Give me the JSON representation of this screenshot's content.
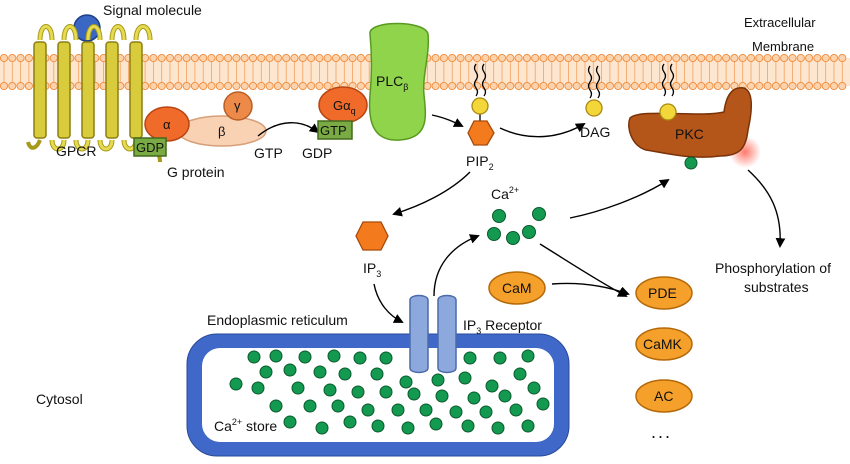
{
  "labels": {
    "signal_molecule": "Signal molecule",
    "extracellular": "Extracellular",
    "membrane": "Membrane",
    "gpcr": "GPCR",
    "g_protein": "G protein",
    "alpha": "α",
    "beta": "β",
    "gamma": "γ",
    "gdp_box": "GDP",
    "gtp": "GTP",
    "gdp": "GDP",
    "galpha_q_base": "Gα",
    "galpha_q_sub": "q",
    "gtp_box": "GTP",
    "plc_base": "PLC",
    "plc_sub": "β",
    "pip2_base": "PIP",
    "pip2_sub": "2",
    "dag": "DAG",
    "pkc": "PKC",
    "phosphorylation_line1": "Phosphorylation of",
    "phosphorylation_line2": "substrates",
    "ip3_base": "IP",
    "ip3_sub": "3",
    "ca_base": "Ca",
    "ca_sup": "2+",
    "cam": "CaM",
    "pde": "PDE",
    "camk": "CaMK",
    "ac": "AC",
    "ellipsis": "...",
    "endoplasmic_reticulum": "Endoplasmic reticulum",
    "ip3_receptor_base": "IP",
    "ip3_receptor_sub": "3",
    "ip3_receptor_rest": " Receptor",
    "cytosol": "Cytosol",
    "store_base": "Ca",
    "store_sup": "2+",
    "store_rest": " store"
  },
  "colors": {
    "membrane_orange": "#f5a05a",
    "membrane_fill": "#fbd4ae",
    "gpcr_yellow": "#d8cc3c",
    "signal_blue": "#3a66c4",
    "alpha_orange": "#f06a2a",
    "beta_peach": "#f9d2b4",
    "gamma_orange": "#ed8a4a",
    "gdp_green": "#7aaa44",
    "plc_green": "#8fd44a",
    "pip2_orange": "#f47a1e",
    "head_yellow": "#f3d63a",
    "pkc_brown": "#b4561a",
    "enzyme_orange": "#f5a02a",
    "ca_green": "#149a50",
    "er_blue": "#3f68c8",
    "receptor_blue": "#8da8dc"
  }
}
